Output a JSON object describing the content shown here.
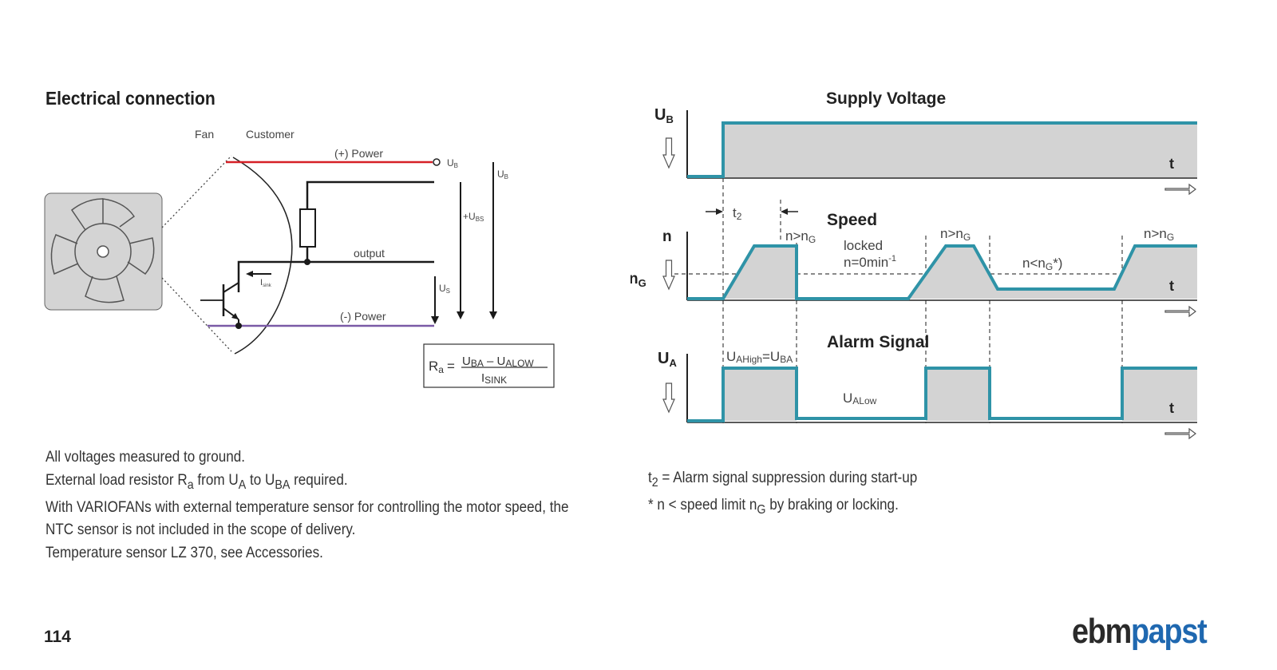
{
  "page": {
    "title": "Electrical connection",
    "page_number": "114",
    "brand": {
      "part1": "ebm",
      "part2": "papst"
    }
  },
  "wiring": {
    "fan_label": "Fan",
    "customer_label": "Customer",
    "power_plus": "(+) Power",
    "power_minus": "(-) Power",
    "output": "output",
    "ub_node": "U",
    "ub_node_sub": "B",
    "ub_arrow": "U",
    "ub_arrow_sub": "B",
    "ubs_arrow": "+U",
    "ubs_arrow_sub": "BS",
    "us_arrow": "U",
    "us_arrow_sub": "S",
    "isink": "I",
    "isink_sub": "sink",
    "formula": {
      "lhs": "R",
      "lhs_sub": "a",
      "eq": "=",
      "num1": "U",
      "num1_sub": "BA",
      "minus": " – ",
      "num2": "U",
      "num2_sub": "ALOW",
      "den": "I",
      "den_sub": "SINK"
    }
  },
  "timing": {
    "supply_title": "Supply Voltage",
    "speed_title": "Speed",
    "alarm_title": "Alarm Signal",
    "ub_axis": "U",
    "ub_axis_sub": "B",
    "n_axis": "n",
    "ng_axis": "n",
    "ng_axis_sub": "G",
    "ua_axis": "U",
    "ua_axis_sub": "A",
    "t_label": "t",
    "t2": "t",
    "t2_sub": "2",
    "n_gt_ng": "n>n",
    "n_gt_ng_sub": "G",
    "locked": "locked",
    "n_zero": "n=0min",
    "n_zero_sup": "-1",
    "n_lt_ng": "n<n",
    "n_lt_ng_sub": "G",
    "n_lt_ng_suffix": "*)",
    "ua_high": "U",
    "ua_high_sub": "AHigh",
    "ua_high_eq": "=U",
    "ua_high_eq_sub": "BA",
    "ua_low": "U",
    "ua_low_sub": "ALow"
  },
  "notes_left": [
    {
      "text": "All voltages measured to ground."
    },
    {
      "parts": [
        "External load resistor R",
        "a",
        " from U",
        "A",
        " to U",
        "BA",
        " required."
      ]
    },
    {
      "text": "With VARIOFANs with external temperature sensor for controlling the motor speed, the"
    },
    {
      "text": "NTC sensor is not included in the scope of delivery."
    },
    {
      "text": "Temperature sensor LZ 370, see Accessories."
    }
  ],
  "notes_right": [
    {
      "parts": [
        "t",
        "2",
        " = Alarm signal suppression during start-up"
      ]
    },
    {
      "parts": [
        "* n < speed limit n",
        "G",
        " by braking or locking."
      ]
    }
  ],
  "colors": {
    "signal": "#2f93a7",
    "fill": "#d3d3d3",
    "plus_line": "#d62027",
    "minus_line": "#7a5aa6",
    "brand_blue": "#1f68b0",
    "fan_body": "#d4d4d4"
  }
}
